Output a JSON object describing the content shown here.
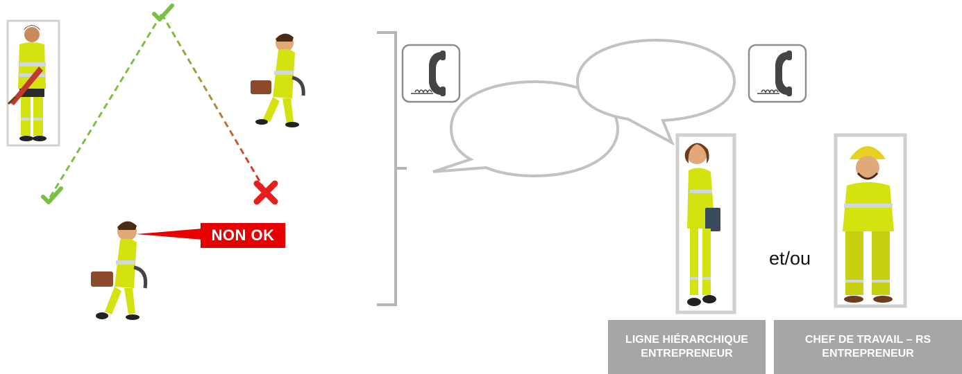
{
  "status_label": "NON OK",
  "connector_text": "et/ou",
  "roles": {
    "hierarchy": "LIGNE HIÉRARCHIQUE ENTREPRENEUR",
    "work_chief": "CHEF DE TRAVAIL – RS ENTREPRENEUR"
  },
  "icons": {
    "check": "check-mark-icon",
    "cross": "red-cross-icon",
    "phone": "phone-icon"
  },
  "colors": {
    "ok_green": "#7ac143",
    "not_ok_red": "#e60000",
    "frame_gray": "#c8c8c8",
    "label_gray": "#a6a6a6",
    "worker_yellow": "#d4e20f"
  }
}
